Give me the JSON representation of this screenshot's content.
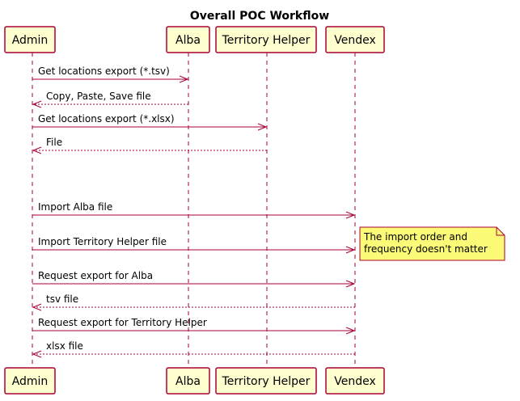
{
  "title": "Overall POC Workflow",
  "participants": [
    "Admin",
    "Alba",
    "Territory Helper",
    "Vendex"
  ],
  "messages": [
    {
      "from": "Admin",
      "to": "Alba",
      "label": "Get locations export (*.tsv)",
      "style": "solid"
    },
    {
      "from": "Alba",
      "to": "Admin",
      "label": "Copy, Paste, Save file",
      "style": "dashed"
    },
    {
      "from": "Admin",
      "to": "Territory Helper",
      "label": "Get locations export (*.xlsx)",
      "style": "solid"
    },
    {
      "from": "Territory Helper",
      "to": "Admin",
      "label": "File",
      "style": "dashed"
    },
    {
      "from": "Admin",
      "to": "Vendex",
      "label": "Import Alba file",
      "style": "solid"
    },
    {
      "from": "Admin",
      "to": "Vendex",
      "label": "Import Territory Helper file",
      "style": "solid"
    },
    {
      "from": "Admin",
      "to": "Vendex",
      "label": "Request export for Alba",
      "style": "solid"
    },
    {
      "from": "Vendex",
      "to": "Admin",
      "label": "tsv file",
      "style": "dashed"
    },
    {
      "from": "Admin",
      "to": "Vendex",
      "label": "Request export for Territory Helper",
      "style": "solid"
    },
    {
      "from": "Vendex",
      "to": "Admin",
      "label": "xlsx file",
      "style": "dashed"
    }
  ],
  "note": {
    "lines": [
      "The import order and",
      "frequency doesn't matter"
    ],
    "attached_to_message": 5
  },
  "colors": {
    "border": "#A80036",
    "participant_fill": "#FEFECE",
    "note_fill": "#FBFB77"
  }
}
